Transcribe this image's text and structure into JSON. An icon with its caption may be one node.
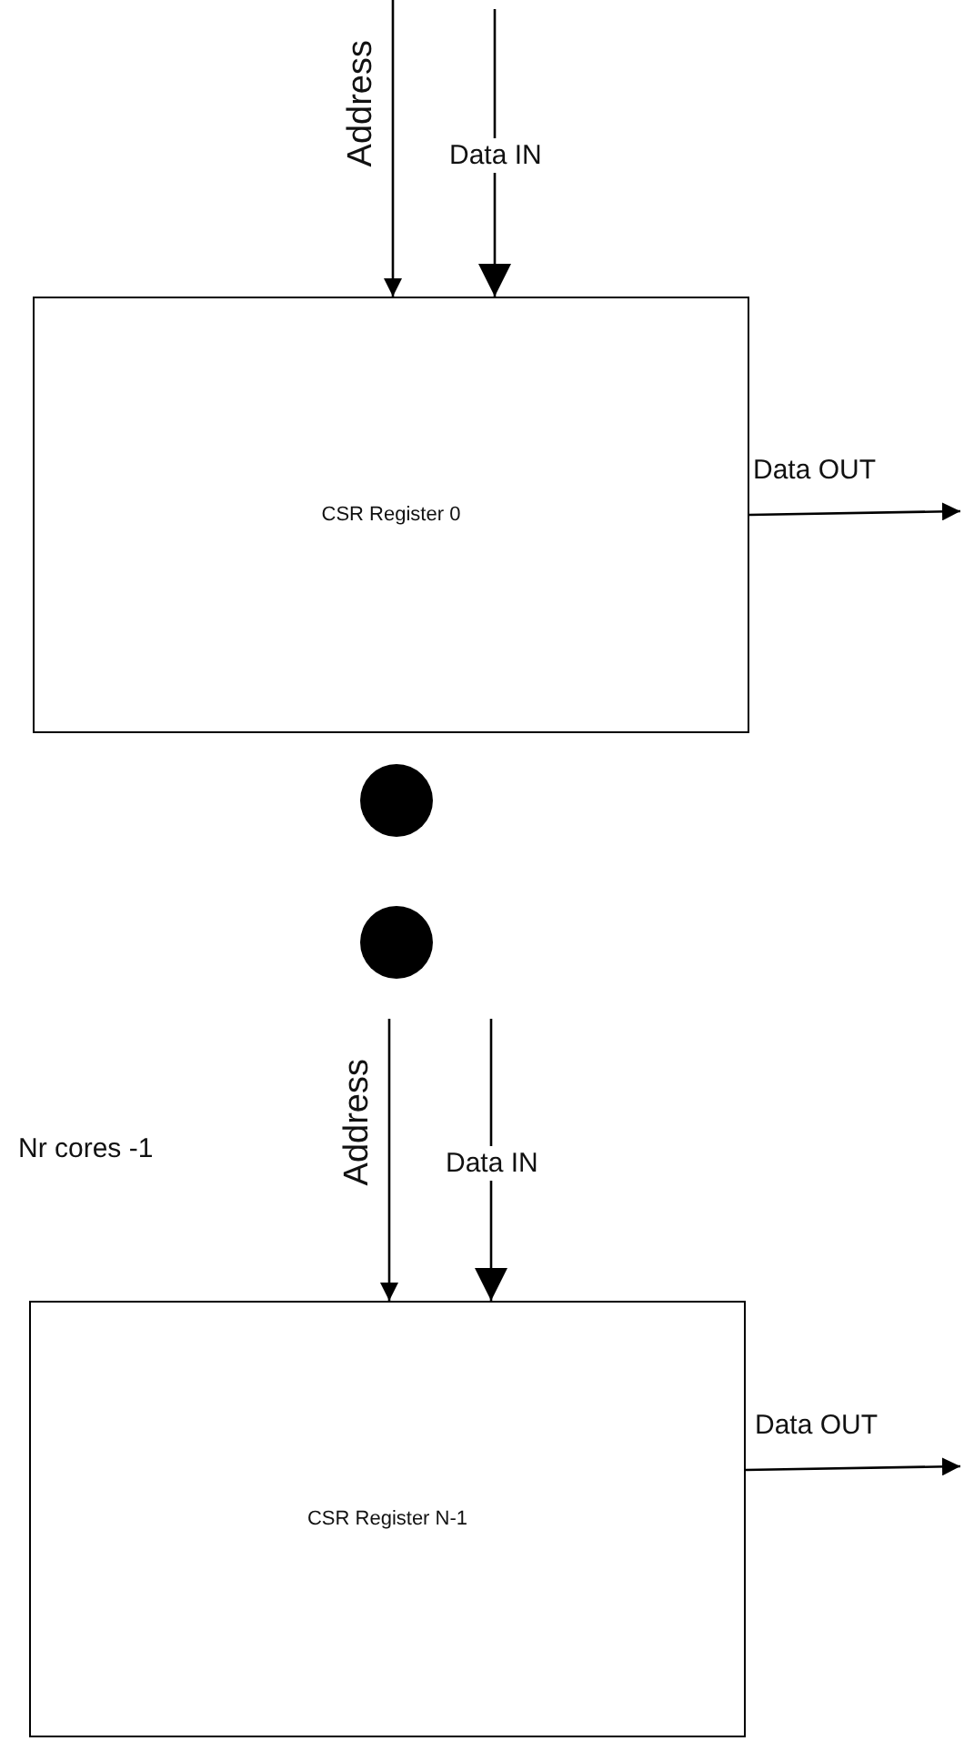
{
  "diagram": {
    "nodes": [
      {
        "text": [
          "CSR Register 0"
        ]
      },
      {
        "text": [],
        "shape": "circle"
      },
      {
        "text": [],
        "shape": "circle"
      },
      {
        "text": [
          "CSR Register N-1"
        ]
      }
    ],
    "edges": [
      {
        "from": null,
        "to": 0,
        "arrow": "to",
        "label": "Address"
      },
      {
        "from": null,
        "to": 0,
        "arrow": "to",
        "label": "Data IN"
      },
      {
        "from": 0,
        "to": null,
        "arrow": "to",
        "label": "Data OUT"
      },
      {
        "from": null,
        "to": 3,
        "arrow": "to",
        "label": "Address"
      },
      {
        "from": null,
        "to": 3,
        "arrow": "to",
        "label": "Data IN"
      },
      {
        "from": 3,
        "to": null,
        "arrow": "to",
        "label": "Data OUT"
      }
    ],
    "labels": [
      "Nr cores -1"
    ]
  }
}
